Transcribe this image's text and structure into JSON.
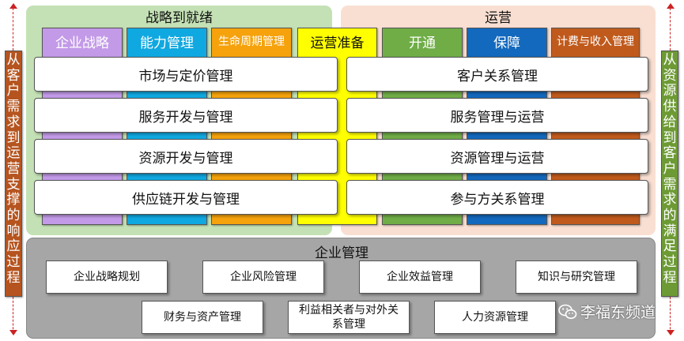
{
  "left_bar": {
    "label": "从客户需求到运营支撑的响应过程",
    "color": "#b5541f"
  },
  "right_bar": {
    "label": "从资源供给到客户需求的满足过程",
    "color": "#6d9a35"
  },
  "strategy_panel": {
    "title": "战略到就绪",
    "columns": [
      {
        "label": "企业战略",
        "color": "#c39ae8"
      },
      {
        "label": "能力管理",
        "color": "#10a8e0"
      },
      {
        "label": "生命周期管理",
        "color": "#f5a20c"
      }
    ],
    "rows": [
      "市场与定价管理",
      "服务开发与管理",
      "资源开发与管理",
      "供应链开发与管理"
    ]
  },
  "center_column": {
    "label": "运营准备",
    "color": "#ffff00"
  },
  "operations_panel": {
    "title": "运营",
    "columns": [
      {
        "label": "开通",
        "color": "#70ad47"
      },
      {
        "label": "保障",
        "color": "#1369bd"
      },
      {
        "label": "计费与收入管理",
        "color": "#c05a1c"
      }
    ],
    "rows": [
      "客户关系管理",
      "服务管理与运营",
      "资源管理与运营",
      "参与方关系管理"
    ]
  },
  "enterprise_management": {
    "title": "企业管理",
    "row1": [
      "企业战略规划",
      "企业风险管理",
      "企业效益管理",
      "知识与研究管理"
    ],
    "row2": [
      "财务与资产管理",
      "利益相关者与对外关系管理",
      "人力资源管理"
    ]
  },
  "watermark": {
    "text": "李福东频道",
    "icon": "wechat-icon"
  },
  "colors": {
    "strategy_bg": "#c4e1b5",
    "operations_bg": "#f9dfd2",
    "management_bg": "#a6a6a6",
    "arrow": "#cc2222"
  }
}
